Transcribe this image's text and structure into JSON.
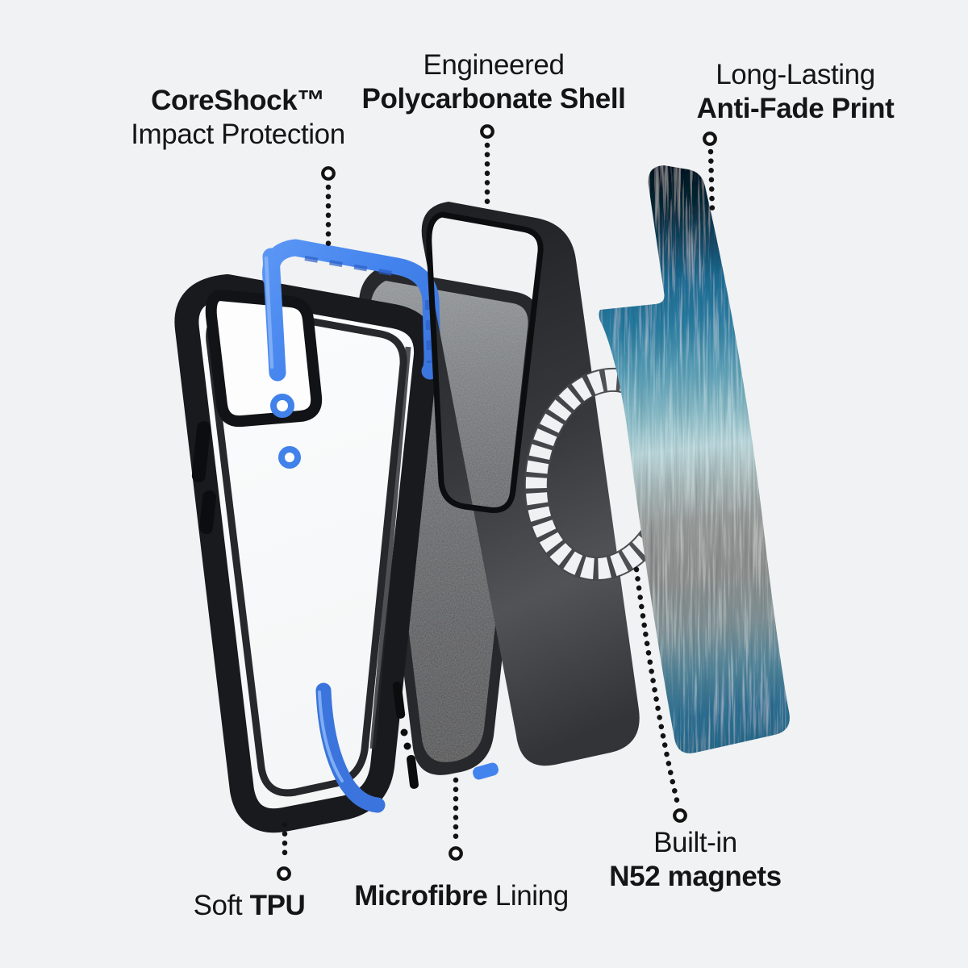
{
  "description": "Exploded view diagram of a protective phone case showing its layers",
  "colors": {
    "background": "#f1f2f3",
    "text": "#141517",
    "accent_blue": "#4383ed",
    "blue_dark": "#2a5ec6",
    "bumper_black": "#191a1d",
    "shell_gray": "#4a4c50",
    "microfibre_gray": "#6e7276",
    "magsafe_white": "#eff1f2",
    "print_teal": "#2a7fa6",
    "print_silver": "#9a9d9b",
    "print_navy": "#0a1420"
  },
  "callouts": {
    "coreshock": {
      "line1": "CoreShock™",
      "line2": "Impact Protection"
    },
    "shell": {
      "line1": "Engineered",
      "line2": "Polycarbonate Shell"
    },
    "print": {
      "line1": "Long-Lasting",
      "line2": "Anti-Fade Print"
    },
    "tpu": {
      "pre": "Soft ",
      "bold_part": "TPU"
    },
    "microfibre": {
      "bold_part": "Microfibre",
      "post": " Lining"
    },
    "magnets": {
      "line1": "Built-in",
      "line2": "N52 magnets"
    }
  }
}
